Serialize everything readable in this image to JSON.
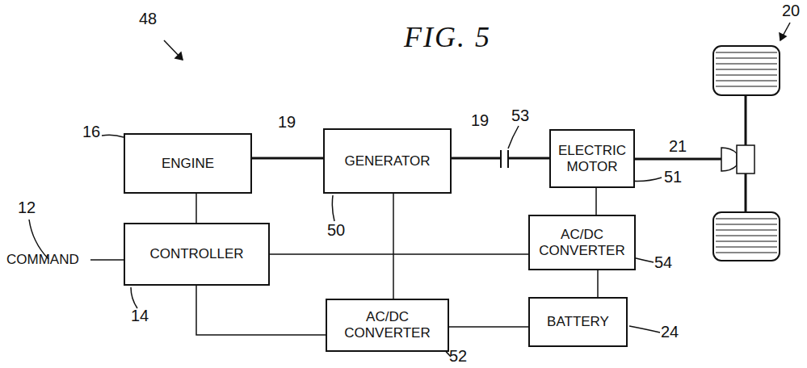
{
  "diagram": {
    "nodes": [
      {
        "text": [
          "ENGINE"
        ]
      },
      {
        "text": [
          "GENERATOR"
        ]
      },
      {
        "text": [
          "ELECTRIC MOTOR"
        ]
      },
      {
        "text": [
          "CONTROLLER"
        ]
      },
      {
        "text": [
          "AC/DC CONVERTER"
        ]
      },
      {
        "text": [
          "AC/DC CONVERTER"
        ]
      },
      {
        "text": [
          "BATTERY"
        ]
      }
    ],
    "edges": [
      {
        "from": 0,
        "to": 1,
        "arrow": "none"
      },
      {
        "from": 1,
        "to": 2,
        "arrow": "none"
      },
      {
        "from": 0,
        "to": 3,
        "arrow": "none"
      },
      {
        "from": 1,
        "to": 5,
        "arrow": "none"
      },
      {
        "from": 2,
        "to": 4,
        "arrow": "none"
      },
      {
        "from": 3,
        "to": 4,
        "arrow": "none"
      },
      {
        "from": 3,
        "to": 5,
        "arrow": "none"
      },
      {
        "from": 4,
        "to": 6,
        "arrow": "none"
      },
      {
        "from": 5,
        "to": 6,
        "arrow": "none"
      }
    ],
    "labels": [
      "FIG. 5",
      "48",
      "20",
      "16",
      "19",
      "19",
      "53",
      "12",
      "COMMAND",
      "14",
      "50",
      "51",
      "21",
      "54",
      "52",
      "24"
    ]
  }
}
